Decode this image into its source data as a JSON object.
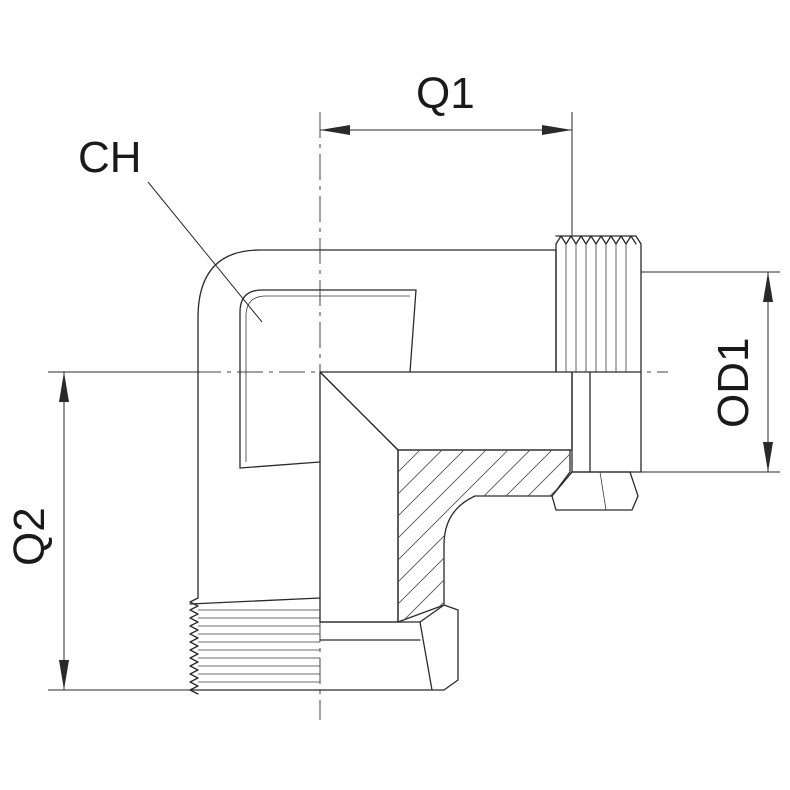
{
  "labels": {
    "ch": "CH",
    "q1": "Q1",
    "q2": "Q2",
    "od1": "OD1"
  }
}
